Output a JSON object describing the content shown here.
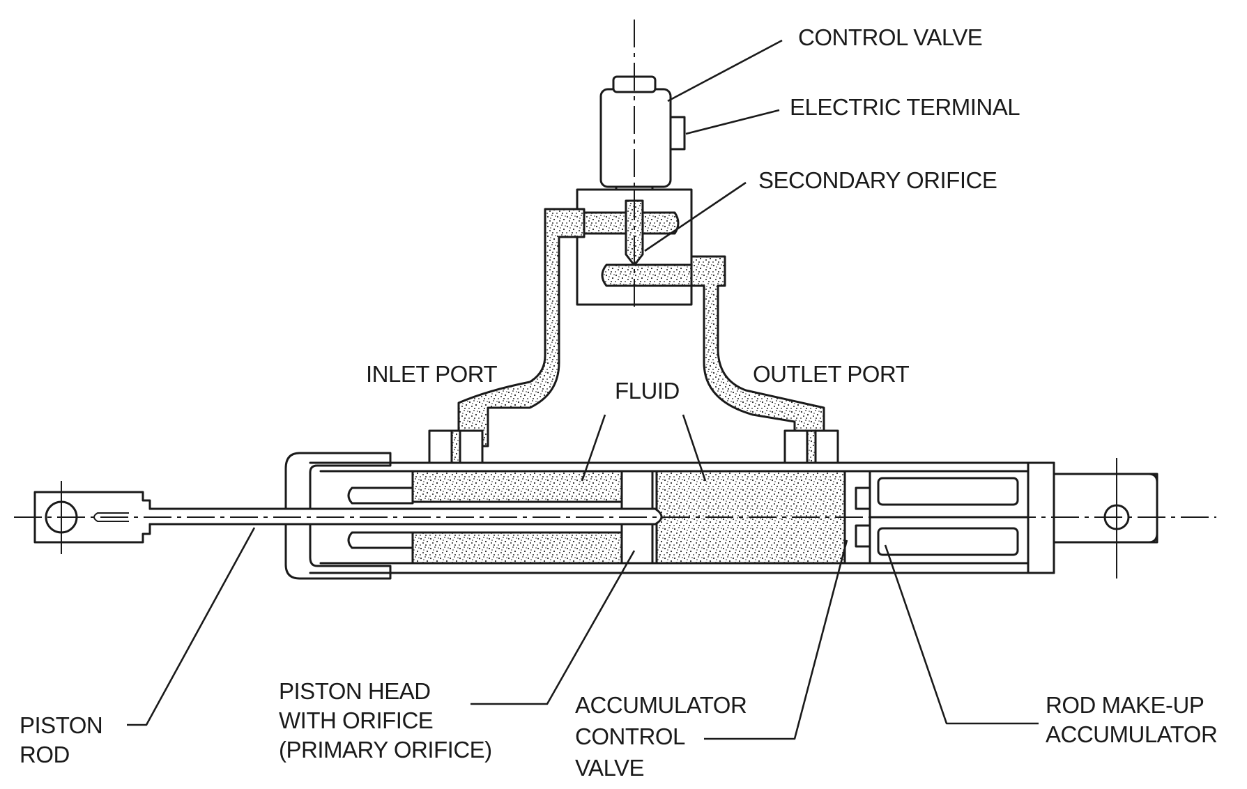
{
  "labels": {
    "control_valve": "CONTROL VALVE",
    "electric_terminal": "ELECTRIC TERMINAL",
    "secondary_orifice": "SECONDARY ORIFICE",
    "inlet_port": "INLET PORT",
    "outlet_port": "OUTLET PORT",
    "fluid": "FLUID",
    "piston_rod": [
      "PISTON",
      "ROD"
    ],
    "piston_head": [
      "PISTON HEAD",
      "WITH ORIFICE",
      "(PRIMARY ORIFICE)"
    ],
    "accumulator_control_valve": [
      "ACCUMULATOR",
      "CONTROL",
      "VALVE"
    ],
    "rod_makeup_accumulator": [
      "ROD MAKE-UP",
      "ACCUMULATOR"
    ]
  }
}
